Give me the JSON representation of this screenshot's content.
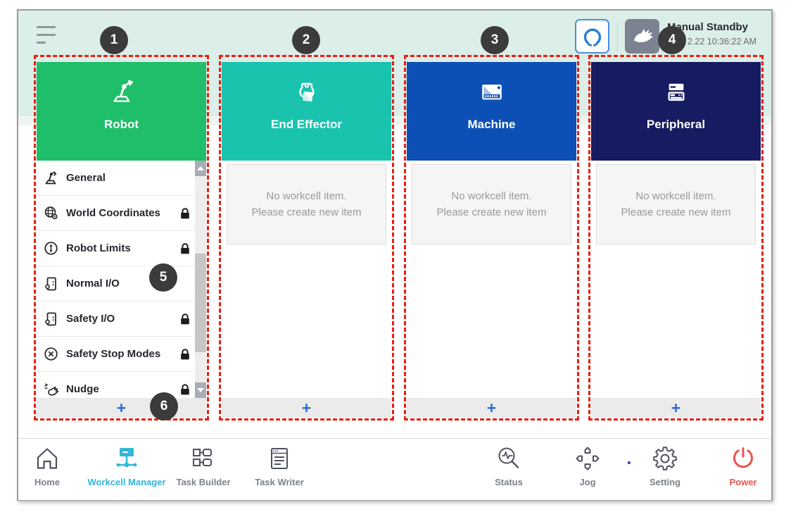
{
  "topbar": {
    "mode": "Manual Standby",
    "datetime": "2.22 10:36:22 AM",
    "gripper_button_icon": "gripper-icon",
    "hand_button_icon": "hand-teach-icon",
    "menu_icon": "hamburger-icon"
  },
  "badges": [
    "1",
    "2",
    "3",
    "4",
    "5",
    "6"
  ],
  "columns": [
    {
      "title": "Robot",
      "color": "#1fbe6b",
      "icon": "robot-arm-icon",
      "add_label": "+",
      "items": [
        {
          "label": "General",
          "icon": "robot-arm-icon",
          "locked": false
        },
        {
          "label": "World Coordinates",
          "icon": "world-coordinates-icon",
          "locked": true
        },
        {
          "label": "Robot Limits",
          "icon": "robot-limits-icon",
          "locked": true
        },
        {
          "label": "Normal I/O",
          "icon": "io-panel-icon",
          "locked": false
        },
        {
          "label": "Safety I/O",
          "icon": "io-panel-icon",
          "locked": true
        },
        {
          "label": "Safety Stop Modes",
          "icon": "stop-circle-icon",
          "locked": true
        },
        {
          "label": "Nudge",
          "icon": "nudge-hand-icon",
          "locked": true
        }
      ]
    },
    {
      "title": "End Effector",
      "color": "#19c3ae",
      "icon": "gripper-icon",
      "add_label": "+",
      "empty_line1": "No workcell item.",
      "empty_line2": "Please create new item"
    },
    {
      "title": "Machine",
      "color": "#0d50b5",
      "icon": "machine-icon",
      "add_label": "+",
      "empty_line1": "No workcell item.",
      "empty_line2": "Please create new item"
    },
    {
      "title": "Peripheral",
      "color": "#171b61",
      "icon": "peripheral-icon",
      "add_label": "+",
      "empty_line1": "No workcell item.",
      "empty_line2": "Please create new item"
    }
  ],
  "nav": [
    {
      "label": "Home",
      "icon": "home-icon",
      "active": false
    },
    {
      "label": "Workcell Manager",
      "icon": "workcell-manager-icon",
      "active": true
    },
    {
      "label": "Task Builder",
      "icon": "task-builder-icon",
      "active": false
    },
    {
      "label": "Task Writer",
      "icon": "task-writer-icon",
      "active": false
    },
    {
      "label": "Status",
      "icon": "status-icon",
      "active": false
    },
    {
      "label": "Jog",
      "icon": "jog-icon",
      "active": false
    },
    {
      "label": "Setting",
      "icon": "setting-icon",
      "active": false
    },
    {
      "label": "Power",
      "icon": "power-icon",
      "active": false
    }
  ],
  "colors": {
    "robot_green": "#1fbe6b",
    "end_effector_teal": "#19c3ae",
    "machine_blue": "#0d50b5",
    "peripheral_navy": "#171b61",
    "annotation_red": "#e81f14",
    "badge_dark": "#3b3b3b",
    "active_nav_cyan": "#31b6d8",
    "power_red": "#e9534e",
    "add_plus_blue": "#2a6fd4",
    "mint_background": "#dceee8"
  }
}
